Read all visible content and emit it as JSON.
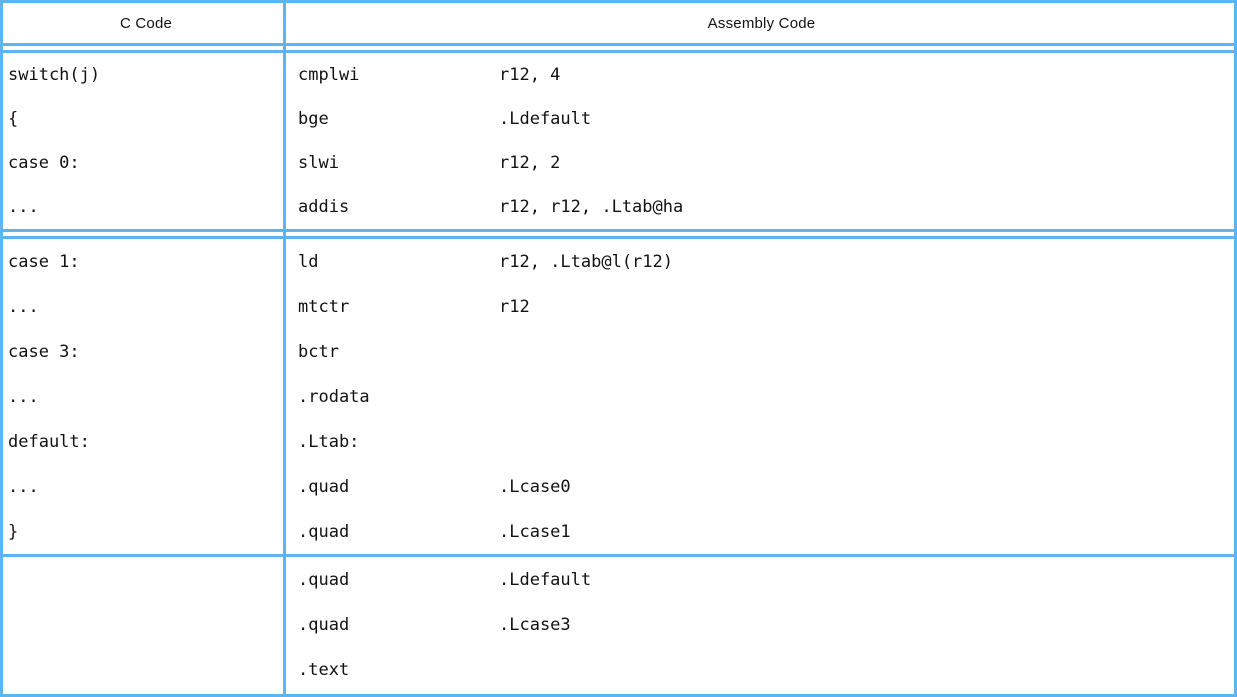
{
  "colors": {
    "border_blue": "#5bb4f4",
    "text": "#121212",
    "background": "#ffffff"
  },
  "table": {
    "column_headers": [
      "C Code",
      "Assembly Code"
    ],
    "sections": [
      {
        "divider_after": "double",
        "rows": [
          {
            "c": "switch(j)",
            "asm_op": "cmplwi",
            "asm_args": "r12, 4"
          },
          {
            "c": "{",
            "asm_op": "bge",
            "asm_args": ".Ldefault"
          },
          {
            "c": "case 0:",
            "asm_op": "slwi",
            "asm_args": "r12, 2"
          },
          {
            "c": "...",
            "asm_op": "addis",
            "asm_args": "r12, r12, .Ltab@ha"
          }
        ]
      },
      {
        "divider_after": "single",
        "rows": [
          {
            "c": "case 1:",
            "asm_op": "ld",
            "asm_args": "r12, .Ltab@l(r12)"
          },
          {
            "c": "...",
            "asm_op": "mtctr",
            "asm_args": "r12"
          },
          {
            "c": "case 3:",
            "asm_op": "bctr",
            "asm_args": ""
          },
          {
            "c": "...",
            "asm_op": ".rodata",
            "asm_args": ""
          },
          {
            "c": "default:",
            "asm_op": ".Ltab:",
            "asm_args": ""
          },
          {
            "c": "...",
            "asm_op": ".quad",
            "asm_args": ".Lcase0"
          },
          {
            "c": "}",
            "asm_op": ".quad",
            "asm_args": ".Lcase1"
          }
        ]
      },
      {
        "divider_after": "none",
        "rows": [
          {
            "c": "",
            "asm_op": ".quad",
            "asm_args": ".Ldefault"
          },
          {
            "c": "",
            "asm_op": ".quad",
            "asm_args": ".Lcase3"
          },
          {
            "c": "",
            "asm_op": ".text",
            "asm_args": ""
          }
        ]
      }
    ]
  }
}
